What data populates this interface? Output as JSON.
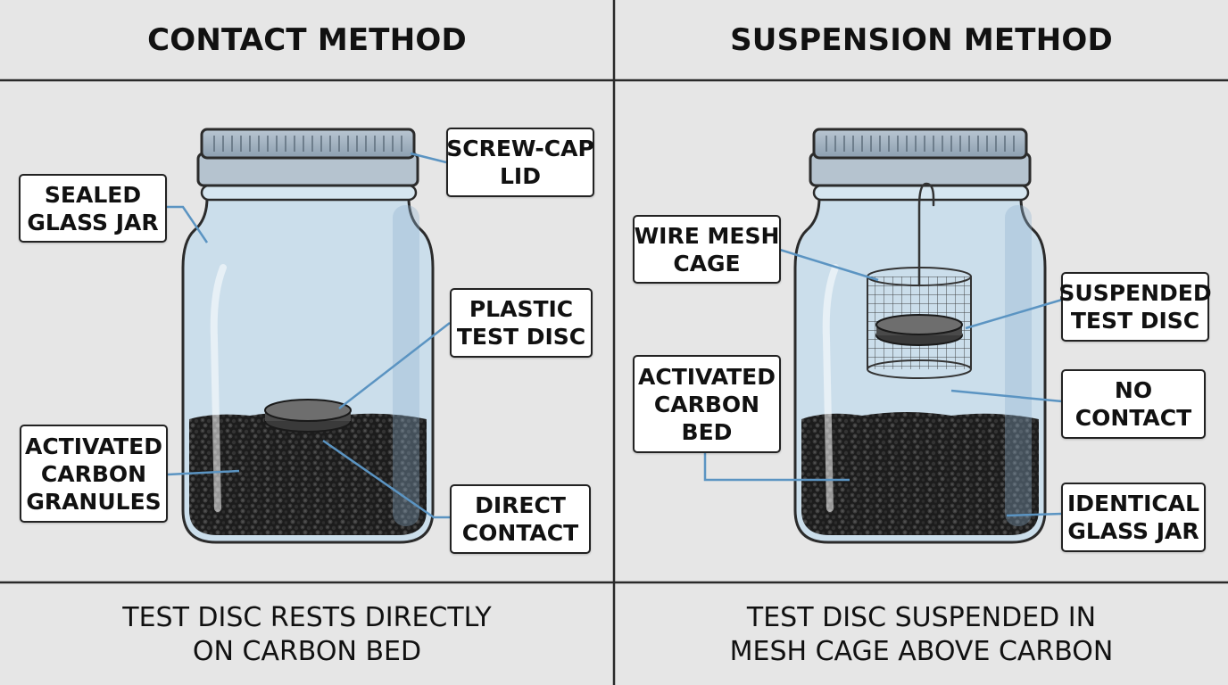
{
  "panels": {
    "left": {
      "title": "CONTACT METHOD",
      "caption": [
        "TEST DISC RESTS DIRECTLY",
        "ON CARBON BED"
      ],
      "labels": {
        "sealed_jar": [
          "SEALED",
          "GLASS JAR"
        ],
        "screw_cap": [
          "SCREW-CAP",
          "LID"
        ],
        "plastic_disc": [
          "PLASTIC",
          "TEST DISC"
        ],
        "carbon_granules": [
          "ACTIVATED",
          "CARBON",
          "GRANULES"
        ],
        "direct_contact": [
          "DIRECT",
          "CONTACT"
        ]
      }
    },
    "right": {
      "title": "SUSPENSION METHOD",
      "caption": [
        "TEST DISC SUSPENDED IN",
        "MESH CAGE ABOVE CARBON"
      ],
      "labels": {
        "wire_mesh": [
          "WIRE MESH",
          "CAGE"
        ],
        "suspended_disc": [
          "SUSPENDED",
          "TEST DISC"
        ],
        "carbon_bed": [
          "ACTIVATED",
          "CARBON",
          "BED"
        ],
        "no_contact": [
          "NO",
          "CONTACT"
        ],
        "identical_jar": [
          "IDENTICAL",
          "GLASS JAR"
        ]
      }
    }
  },
  "colors": {
    "background": "#e6e6e6",
    "rule": "#2a2a2a",
    "leader": "#5b94c2",
    "glass": "#c6dceb",
    "lid": "#9fb1c1",
    "carbon": "#1f1f1f",
    "disc": "#4a4a4a"
  }
}
